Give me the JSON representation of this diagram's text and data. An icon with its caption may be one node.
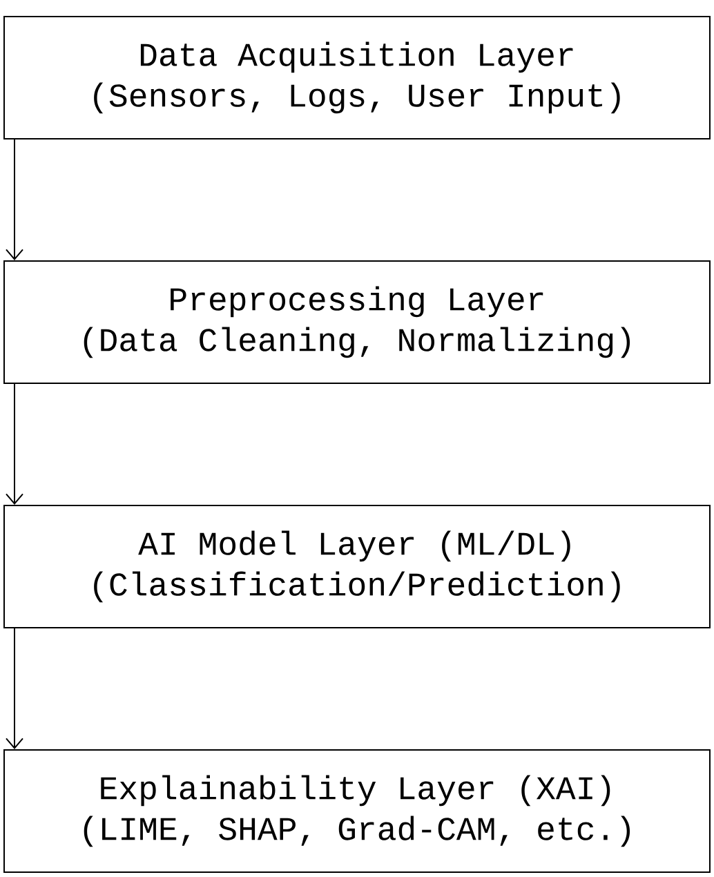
{
  "diagram": {
    "nodes": [
      {
        "text": [
          "Data Acquisition Layer",
          "(Sensors, Logs, User Input)"
        ]
      },
      {
        "text": [
          "Preprocessing Layer",
          "(Data Cleaning, Normalizing)"
        ]
      },
      {
        "text": [
          "AI Model Layer (ML/DL)",
          "(Classification/Prediction)"
        ]
      },
      {
        "text": [
          "Explainability Layer (XAI)",
          "(LIME, SHAP, Grad-CAM, etc.)"
        ]
      }
    ],
    "edges": [
      {
        "from": 0,
        "to": 1,
        "arrow": "to"
      },
      {
        "from": 1,
        "to": 2,
        "arrow": "to"
      },
      {
        "from": 2,
        "to": 3,
        "arrow": "to"
      }
    ]
  }
}
